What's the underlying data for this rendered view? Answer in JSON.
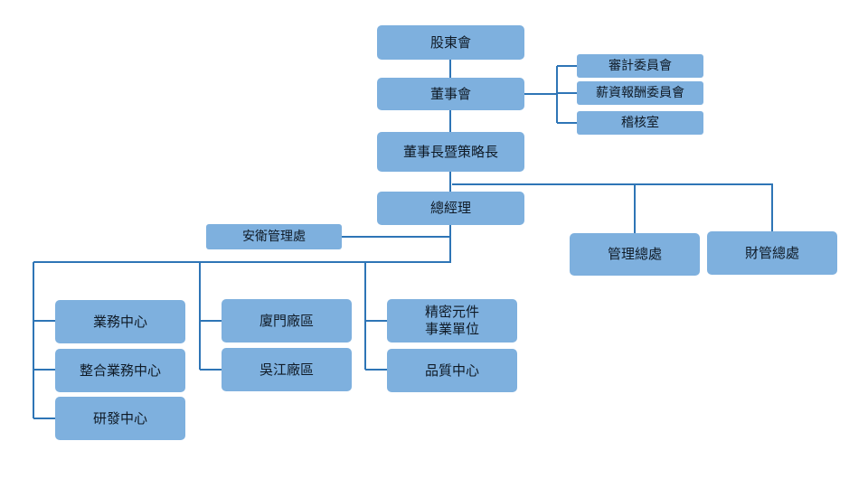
{
  "org_chart": {
    "shareholders": "股東會",
    "board": "董事會",
    "audit_committee": "審計委員會",
    "compensation_committee": "薪資報酬委員會",
    "internal_audit": "稽核室",
    "chairman_cso": "董事長暨策略長",
    "general_manager": "總經理",
    "safety_management": "安衛管理處",
    "management_division": "管理總處",
    "finance_division": "財管總處",
    "business_center": "業務中心",
    "integrated_business_center": "整合業務中心",
    "rd_center": "研發中心",
    "xiamen_plant": "廈門廠區",
    "wujiang_plant": "吳江廠區",
    "precision_components": "精密元件\n事業單位",
    "quality_center": "品質中心"
  },
  "colors": {
    "box_fill": "#7eb0de",
    "connector": "#2e75b6",
    "text": "#0f1a26"
  }
}
